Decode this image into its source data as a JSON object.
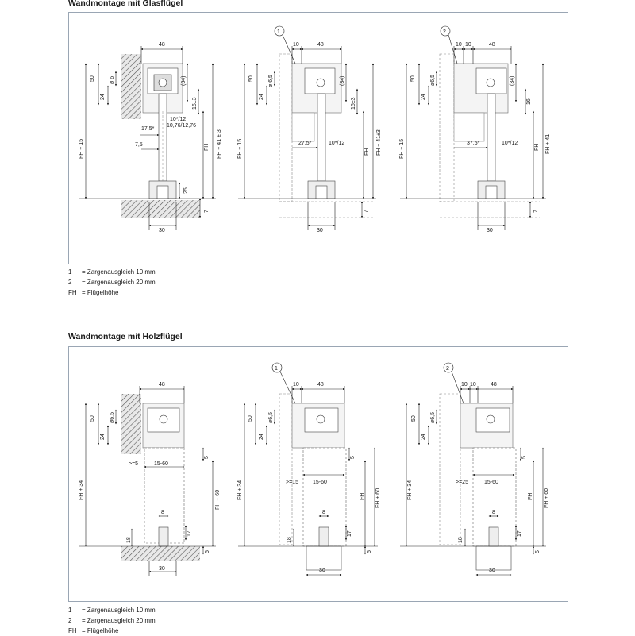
{
  "sections": [
    {
      "title": "Wandmontage mit Glasflügel",
      "legend": [
        {
          "key": "1",
          "text": "= Zargenausgleich 10 mm"
        },
        {
          "key": "2",
          "text": "= Zargenausgleich 20 mm"
        },
        {
          "key": "FH",
          "text": "= Flügelhöhe"
        }
      ]
    },
    {
      "title": "Wandmontage mit Holzflügel",
      "legend": [
        {
          "key": "1",
          "text": "= Zargenausgleich 10 mm"
        },
        {
          "key": "2",
          "text": "= Zargenausgleich 20 mm"
        },
        {
          "key": "FH",
          "text": "= Flügelhöhe"
        }
      ]
    }
  ],
  "glass": {
    "d1": {
      "w48": "48",
      "h50": "50",
      "d6": "ø 6",
      "h24": "24",
      "h34": "(34)",
      "h16": "16±3",
      "thk": "10*/12",
      "thk2": "10,76/12,76",
      "o17": "17,5*",
      "o75": "7,5",
      "fh15": "FH + 15",
      "fh": "FH",
      "fh41": "FH + 41 ± 3",
      "h25": "25",
      "h7": "7",
      "w30": "30"
    },
    "d2": {
      "callout": "1",
      "w10": "10",
      "w48": "48",
      "h50": "50",
      "d65": "ø 6,5",
      "h24": "24",
      "h34": "(34)",
      "h16": "16±3",
      "o27": "27,5*",
      "thk": "10*/12",
      "fh15": "FH + 15",
      "fh": "FH",
      "fh41": "FH + 41±3",
      "h7": "7",
      "w30": "30"
    },
    "d3": {
      "callout": "2",
      "w10a": "10",
      "w10b": "10",
      "w48": "48",
      "h50": "50",
      "d65": "ø6,5",
      "h24": "24",
      "h34": "(34)",
      "h16": "16",
      "o37": "37,5*",
      "thk": "10*/12",
      "fh15": "FH + 15",
      "fh": "FH",
      "fh41": "FH + 41",
      "h7": "7",
      "w30": "30"
    }
  },
  "wood": {
    "d1": {
      "w48": "48",
      "h50": "50",
      "d65": "ø6,5",
      "h24": "24",
      "o5": ">=5",
      "w1560": "15-60",
      "h5": "5",
      "fh34": "FH + 34",
      "fh60": "FH + 60",
      "w8": "8",
      "h17": "17",
      "h18": "18",
      "h5b": "5",
      "w30": "30"
    },
    "d2": {
      "callout": "1",
      "w10": "10",
      "w48": "48",
      "h50": "50",
      "d65": "ø6,5",
      "h24": "24",
      "o15": ">=15",
      "w1560": "15-60",
      "h5": "5",
      "fh34": "FH + 34",
      "fh": "FH",
      "fh60": "FH + 60",
      "w8": "8",
      "h17": "17",
      "h18": "18",
      "h5b": "5",
      "w30": "30"
    },
    "d3": {
      "callout": "2",
      "w10a": "10",
      "w10b": "10",
      "w48": "48",
      "h50": "50",
      "d65": "ø6,5",
      "h24": "24",
      "o25": ">=25",
      "w1560": "15-60",
      "h5": "5",
      "fh34": "FH + 34",
      "fh": "FH",
      "fh60": "FH + 60",
      "w8": "8",
      "h17": "17",
      "h18": "18",
      "h5b": "5",
      "w30": "30"
    }
  }
}
